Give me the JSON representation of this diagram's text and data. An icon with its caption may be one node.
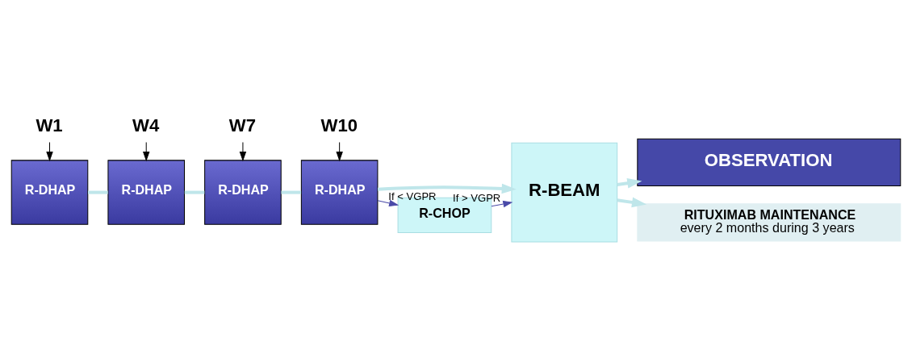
{
  "diagram": {
    "nodes": [
      {
        "text": [
          "OBSERVATION"
        ]
      },
      {
        "text": [
          "W1"
        ]
      },
      {
        "text": [
          "W4"
        ]
      },
      {
        "text": [
          "W7"
        ]
      },
      {
        "text": [
          "W10"
        ]
      },
      {
        "text": [
          "R-DHAP"
        ]
      },
      {
        "text": [
          "R-DHAP"
        ]
      },
      {
        "text": [
          "R-DHAP"
        ]
      },
      {
        "text": [
          "R-DHAP"
        ]
      },
      {
        "text": [
          "R-BEAM"
        ]
      },
      {
        "text": [
          "RITUXIMAB MAINTENANCE",
          "every 2 months during 3 years"
        ]
      },
      {
        "text": [
          "R-CHOP"
        ]
      }
    ],
    "edges": [
      {
        "from": 1,
        "to": 5,
        "arrow": "to",
        "color": "#000000"
      },
      {
        "from": 2,
        "to": 6,
        "arrow": "to",
        "color": "#000000"
      },
      {
        "from": 3,
        "to": 7,
        "arrow": "to",
        "color": "#000000"
      },
      {
        "from": 4,
        "to": 8,
        "arrow": "to",
        "color": "#000000"
      },
      {
        "from": 5,
        "to": 6,
        "arrow": "none",
        "style": "thick",
        "color": "#bfe6ea"
      },
      {
        "from": 6,
        "to": 7,
        "arrow": "none",
        "style": "thick",
        "color": "#bfe6ea"
      },
      {
        "from": 7,
        "to": 8,
        "arrow": "none",
        "style": "thick",
        "color": "#bfe6ea"
      },
      {
        "from": 8,
        "to": 9,
        "arrow": "to",
        "style": "thick",
        "color": "#bfe6ea"
      },
      {
        "from": 9,
        "to": 0,
        "arrow": "to",
        "style": "thick",
        "color": "#bfe6ea"
      },
      {
        "from": 9,
        "to": 10,
        "arrow": "to",
        "style": "thick",
        "color": "#bfe6ea"
      },
      {
        "from": 8,
        "to": 11,
        "arrow": "to",
        "label": "If < VGPR",
        "color": "#4a4aa8"
      },
      {
        "from": 11,
        "to": 9,
        "arrow": "to",
        "label": "If > VGPR",
        "color": "#4a4aa8"
      }
    ]
  }
}
